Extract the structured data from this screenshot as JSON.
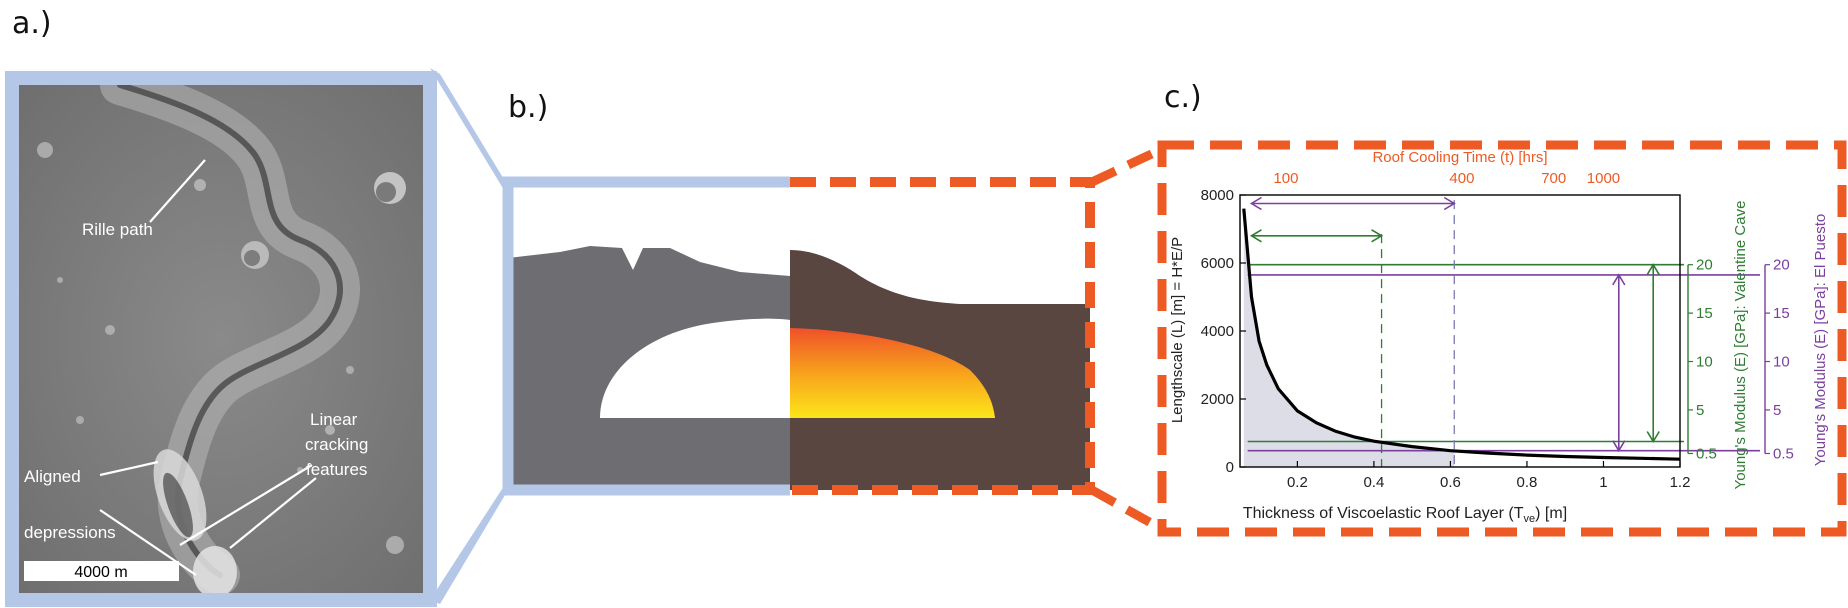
{
  "panels": {
    "a": {
      "label": "a.)",
      "annotations": {
        "rille": "Rille path",
        "cracking_1": "Linear",
        "cracking_2": "cracking",
        "cracking_3": "features",
        "depressions_1": "Aligned",
        "depressions_2": "depressions"
      },
      "scale_bar": "4000 m",
      "colors": {
        "frame": "#b4c7e7",
        "surface": "#7f7f7f"
      }
    },
    "b": {
      "label": "b.)",
      "colors": {
        "frame": "#b4c7e7",
        "rock": "#6d6d72",
        "roof": "#5a4640",
        "highlight": "#ee5a24",
        "hot": "#f05a28",
        "warm": "#fde01a"
      }
    },
    "c": {
      "label": "c.)",
      "top_axis_title": "Roof Cooling Time (t) [hrs]",
      "top_ticks": [
        "100",
        "400",
        "700",
        "1000"
      ],
      "y_ticks": [
        "0",
        "2000",
        "4000",
        "6000",
        "8000"
      ],
      "x_ticks": [
        "0.2",
        "0.4",
        "0.6",
        "0.8",
        "1",
        "1.2"
      ],
      "y_label": "Lengthscale (L) [m] = H*E/P",
      "x_label_main": "Thickness of Viscoelastic Roof Layer (T",
      "x_label_sub": "ve",
      "x_label_end": ") [m]",
      "green_axis_label": "Young's Modulus (E) [GPa]: Valentine Cave",
      "green_ticks": [
        "0.5",
        "5",
        "10",
        "15",
        "20"
      ],
      "purple_axis_label": "Young's Modulus (E) [GPa]: El Puesto",
      "purple_ticks": [
        "0.5",
        "5",
        "10",
        "15",
        "20"
      ],
      "colors": {
        "orange": "#ee5a24",
        "green": "#2e7d32",
        "purple": "#7b3f9e",
        "curve": "#000000",
        "shade": "#d9d9e6"
      }
    }
  },
  "chart_data": {
    "type": "line",
    "xlabel": "Thickness of Viscoelastic Roof Layer (Tve) [m]",
    "ylabel": "Lengthscale (L) [m] = H*E/P",
    "xlim": [
      0.05,
      1.2
    ],
    "ylim": [
      0,
      8000
    ],
    "series": [
      {
        "x": [
          0.06,
          0.08,
          0.1,
          0.12,
          0.15,
          0.2,
          0.25,
          0.3,
          0.35,
          0.4,
          0.5,
          0.6,
          0.7,
          0.8,
          0.9,
          1.0,
          1.1,
          1.2
        ],
        "y": [
          7600,
          5000,
          3700,
          3000,
          2300,
          1650,
          1300,
          1050,
          880,
          760,
          600,
          480,
          410,
          350,
          310,
          280,
          255,
          230
        ]
      }
    ],
    "green_lines_y": [
      5950,
      750
    ],
    "purple_lines_y": [
      5650,
      480
    ],
    "dashed_x": {
      "green": 0.42,
      "purple": 0.61
    },
    "secondary_axis_right_ticks": [
      "0.5",
      "5",
      "10",
      "15",
      "20"
    ],
    "top_axis_ticks": [
      "100",
      "400",
      "700",
      "1000"
    ],
    "grid": false
  }
}
